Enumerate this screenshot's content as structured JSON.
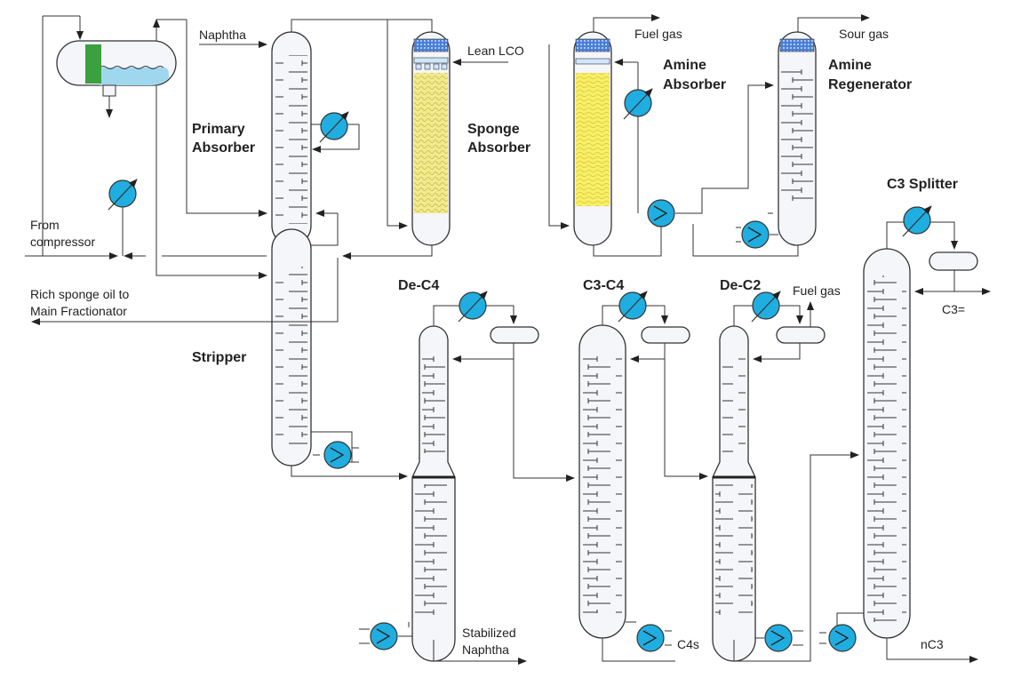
{
  "labels": {
    "naphtha": "Naphtha",
    "primary_absorber_1": "Primary",
    "primary_absorber_2": "Absorber",
    "sponge_absorber_1": "Sponge",
    "sponge_absorber_2": "Absorber",
    "lean_lco": "Lean LCO",
    "fuel_gas_top": "Fuel gas",
    "amine_absorber_1": "Amine",
    "amine_absorber_2": "Absorber",
    "sour_gas": "Sour gas",
    "amine_regenerator_1": "Amine",
    "amine_regenerator_2": "Regenerator",
    "from_compressor_1": "From",
    "from_compressor_2": "compressor",
    "rich_sponge_1": "Rich sponge oil to",
    "rich_sponge_2": "Main Fractionator",
    "stripper": "Stripper",
    "dec4": "De-C4",
    "c3c4": "C3-C4",
    "dec2": "De-C2",
    "fuel_gas_dec2": "Fuel gas",
    "c3_splitter": "C3 Splitter",
    "c3_eq": "C3=",
    "stabilized_1": "Stabilized",
    "stabilized_2": "Naphtha",
    "c4s": "C4s",
    "nc3": "nC3"
  },
  "colors": {
    "exchanger": "#20aee0",
    "packing": "#e9e27a",
    "liquid": "#9fd8ee",
    "demister": "#3aa040",
    "distributor": "#2f5fb5"
  }
}
